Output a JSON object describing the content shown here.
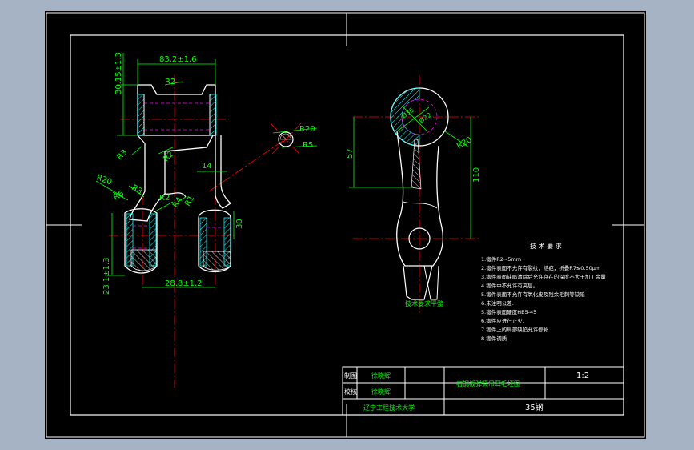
{
  "colors": {
    "background": "#000000",
    "outline": "#ffffff",
    "dimension": "#00ff00",
    "centerline": "#ff0000",
    "hidden": "#ff00ff",
    "hatch": "#00ffff",
    "frame": "#ffffff"
  },
  "left_view": {
    "dims": {
      "top_width": "83.2±1.6",
      "top_height": "30.15±1.3",
      "r2_top": "R2",
      "r3": "R3",
      "r2_mid": "R2",
      "r20": "R20",
      "r6": "R6",
      "r3b": "R3",
      "r2_low": "R2",
      "width_14": "14",
      "r4": "R4",
      "r1": "R1",
      "height_30": "30",
      "bottom_height": "23.1±1.3",
      "bottom_width": "28.8±1.2",
      "detail_r20": "R20",
      "detail_r5": "R5"
    }
  },
  "right_view": {
    "dims": {
      "phi_top": "Ø36",
      "phi_inner": "Ø22",
      "r20": "R20",
      "height_57": "57",
      "height_110": "110"
    },
    "note_label": "技术要求平整"
  },
  "tech_requirements": {
    "title": "技 术 要 求",
    "lines": [
      "1.锻件R2~5mm",
      "2.锻件表面不允许有裂纹，结疤，折叠R7≤0.50μm",
      "3.锻件表面缺陷清除后允许存在的深度不大于加工余量",
      "4.锻件中不允许有夹层。",
      "5.锻件表面不允许有氧化皮及残余毛刺等缺陷",
      "6.未注明公差.",
      "5.锻件表面硬度HB5-45",
      "6.锻件应进行正火.",
      "7.锻件上的局部缺陷允许修补",
      "8.锻件调质"
    ]
  },
  "title_block": {
    "row1_label": "制图",
    "row1_name": "徐晓辉",
    "row2_label": "校核",
    "row2_name": "徐晓辉",
    "drawing_title": "右钢板弹簧吊耳毛坯图",
    "scale": "1:2",
    "school": "辽宁工程技术大学",
    "material": "35钢"
  }
}
